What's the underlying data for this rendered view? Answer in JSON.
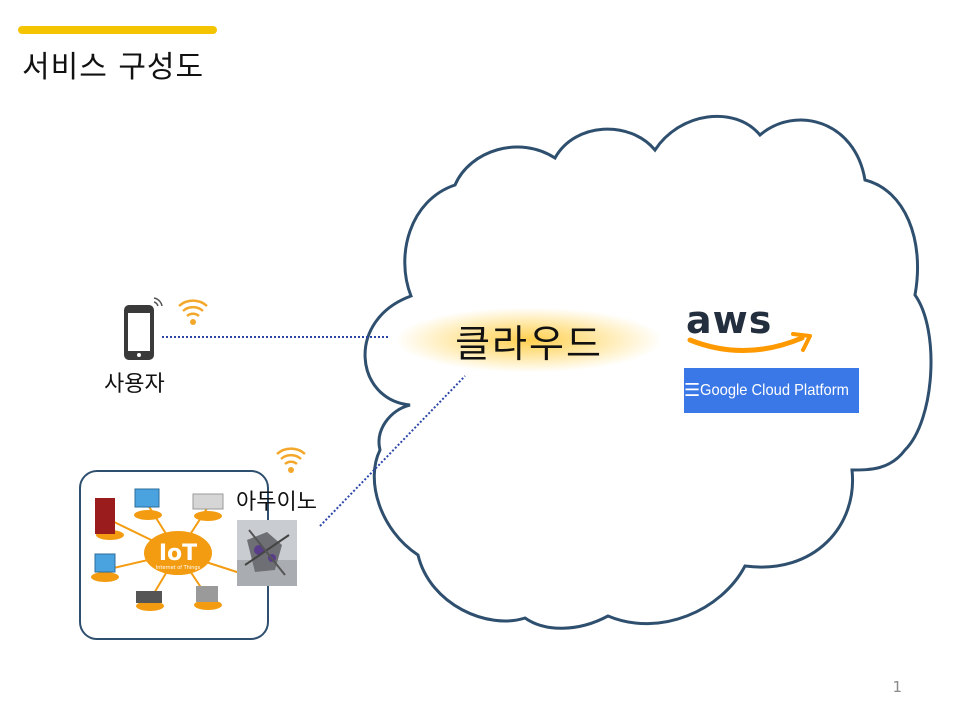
{
  "slide": {
    "title": "서비스 구성도",
    "page_number": "1"
  },
  "nodes": {
    "user_label": "사용자",
    "arduino_label": "아두이노",
    "cloud_label": "클라우드",
    "iot_hub_text": "IoT",
    "iot_hub_subtext": "Internet of Things"
  },
  "providers": {
    "aws_text": "aws",
    "gcp_text": "Google Cloud Platform"
  },
  "colors": {
    "accent": "#f5c400",
    "cloud_outline": "#2f4f6f",
    "connector": "#2b45a8",
    "wifi": "#f3a82b",
    "gcp_blue": "#3b78e7",
    "aws_orange": "#ff9900",
    "iot_orange": "#f39c12"
  },
  "icons": [
    "smartphone-icon",
    "wifi-icon",
    "iot-network-icon",
    "arduino-photo"
  ]
}
